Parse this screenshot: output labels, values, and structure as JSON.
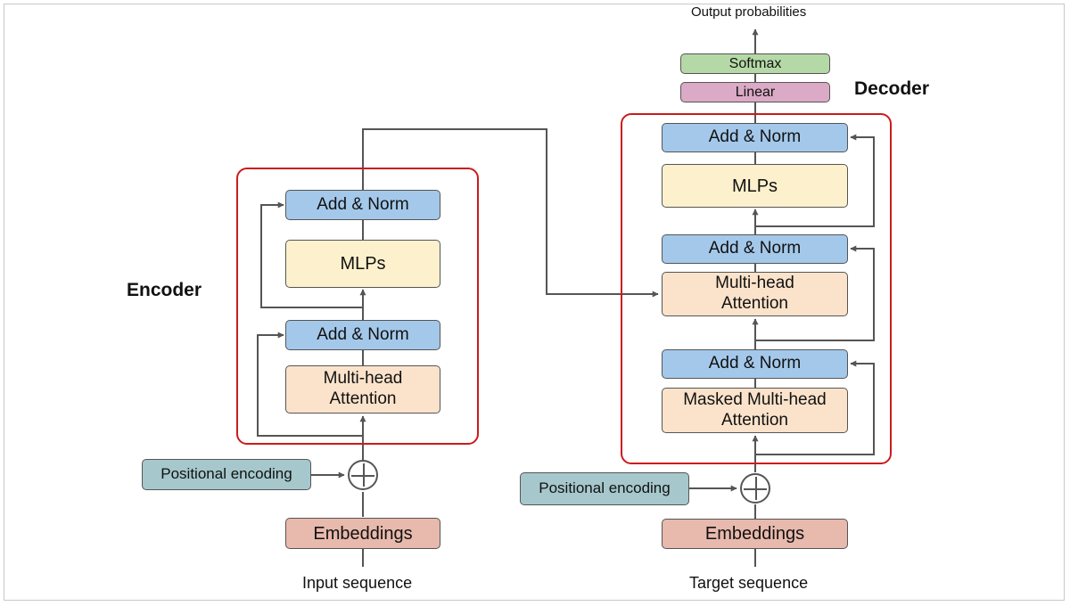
{
  "encoder": {
    "title": "Encoder",
    "add_norm_top": "Add & Norm",
    "mlps": "MLPs",
    "add_norm_bottom": "Add & Norm",
    "attention": [
      "Multi-head",
      "Attention"
    ],
    "positional_encoding": "Positional encoding",
    "embeddings": "Embeddings",
    "input_label": "Input sequence"
  },
  "decoder": {
    "title": "Decoder",
    "output_label": "Output probabilities",
    "softmax": "Softmax",
    "linear": "Linear",
    "add_norm_top": "Add & Norm",
    "mlps": "MLPs",
    "add_norm_middle": "Add & Norm",
    "cross_attention": [
      "Multi-head",
      "Attention"
    ],
    "add_norm_bottom": "Add & Norm",
    "masked_attention": [
      "Masked Multi-head",
      "Attention"
    ],
    "positional_encoding": "Positional encoding",
    "embeddings": "Embeddings",
    "target_label": "Target sequence"
  },
  "colors": {
    "norm": "#a4c8ea",
    "mlp": "#fdf1cd",
    "attention": "#fbe3cb",
    "embeddings": "#e8b9ad",
    "positional": "#a6c8cc",
    "softmax": "#b5d9a6",
    "linear": "#dbaac6",
    "block_border": "#cc1b1b",
    "wire": "#555555"
  }
}
